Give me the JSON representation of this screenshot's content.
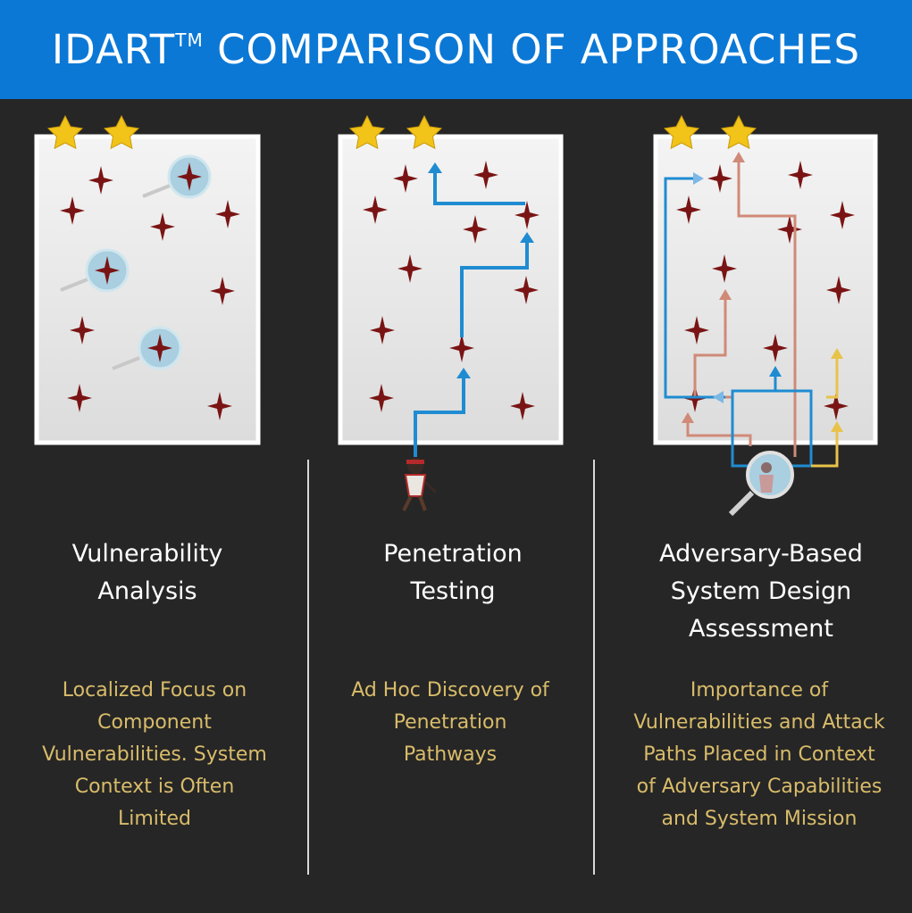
{
  "header": {
    "title": "IDART",
    "title_sup": "TM",
    "title_rest": " COMPARISON OF APPROACHES"
  },
  "colors": {
    "header_bg": "#0b78d6",
    "background": "#262626",
    "vulnerability_star": "#7a1414",
    "rating_star": "#f2c318",
    "path_blue": "#1f8cd2",
    "path_salmon": "#d08a78",
    "path_yellow": "#e8c34a",
    "description_text": "#d9bc6a"
  },
  "columns": [
    {
      "name": "vulnerability-analysis",
      "rating_stars": 2,
      "heading": "Vulnerability\nAnalysis",
      "description": "Localized Focus on\nComponent\nVulnerabilities. System\nContext is Often\nLimited"
    },
    {
      "name": "penetration-testing",
      "rating_stars": 2,
      "heading": "Penetration\nTesting",
      "description": "Ad Hoc Discovery of\nPenetration\nPathways"
    },
    {
      "name": "adversary-based-assessment",
      "rating_stars": 2,
      "heading": "Adversary-Based\nSystem Design\nAssessment",
      "description": "Importance of\nVulnerabilities and Attack\nPaths Placed in Context\nof Adversary Capabilities\nand System Mission"
    }
  ]
}
